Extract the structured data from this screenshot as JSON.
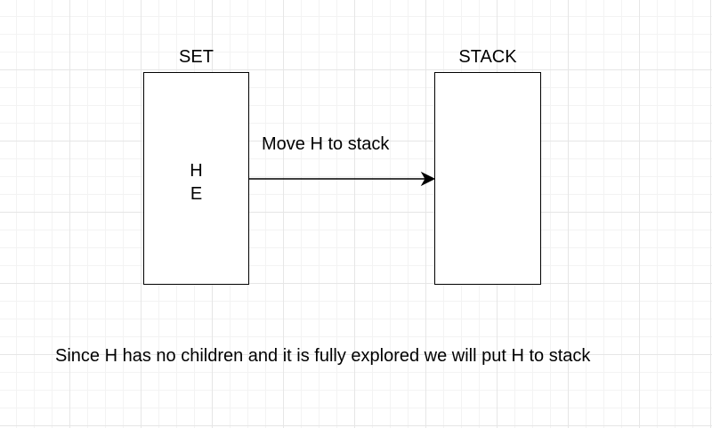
{
  "set": {
    "title": "SET",
    "items": [
      "H",
      "E"
    ]
  },
  "stack": {
    "title": "STACK",
    "items": []
  },
  "arrow": {
    "label": "Move H to stack"
  },
  "caption": "Since H has no children and it is fully explored we will put H to stack",
  "colors": {
    "background": "#ffffff",
    "grid_major": "#e6e6e6",
    "grid_minor": "#f3f3f3",
    "stroke": "#000000"
  }
}
